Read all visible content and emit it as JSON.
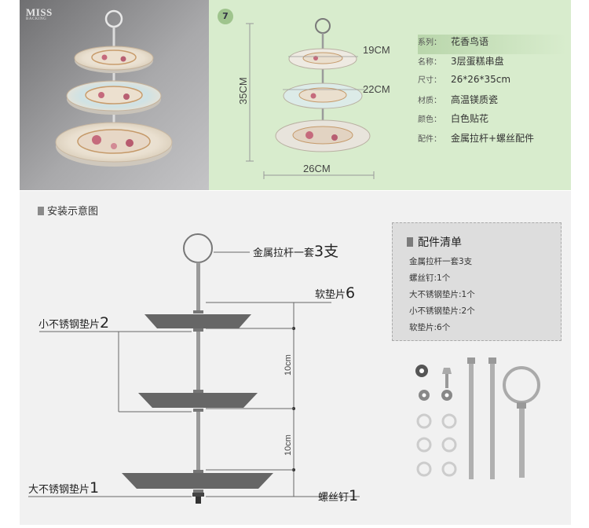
{
  "photo": {
    "logo_line1": "MISS",
    "logo_line2": "BACKING"
  },
  "spec_panel": {
    "number": "7",
    "dims": {
      "top_plate": "19CM",
      "middle_plate": "22CM",
      "height": "35CM",
      "width": "26CM"
    },
    "specs": [
      {
        "key": "系列：",
        "value": "花香鸟语"
      },
      {
        "key": "名称：",
        "value": "3层蛋糕串盘"
      },
      {
        "key": "尺寸：",
        "value": "26*26*35cm"
      },
      {
        "key": "材质：",
        "value": "高温镁质瓷"
      },
      {
        "key": "颜色：",
        "value": "白色贴花"
      },
      {
        "key": "配件：",
        "value": "金属拉杆+螺丝配件"
      }
    ]
  },
  "install": {
    "title": "安装示意图",
    "callouts": {
      "rod": {
        "text": "金属拉杆一套",
        "count": "3支"
      },
      "soft_pad": {
        "text": "软垫片",
        "count": "6"
      },
      "small_washer": {
        "text": "小不锈钢垫片",
        "count": "2"
      },
      "large_washer": {
        "text": "大不锈钢垫片",
        "count": "1"
      },
      "screw": {
        "text": "螺丝钉",
        "count": "1"
      }
    },
    "spacing": [
      "10cm",
      "10cm"
    ]
  },
  "parts": {
    "title": "配件清单",
    "items": [
      "金属拉杆一套3支",
      "螺丝钉:1个",
      "大不锈钢垫片:1个",
      "小不锈钢垫片:2个",
      "软垫片:6个"
    ]
  }
}
